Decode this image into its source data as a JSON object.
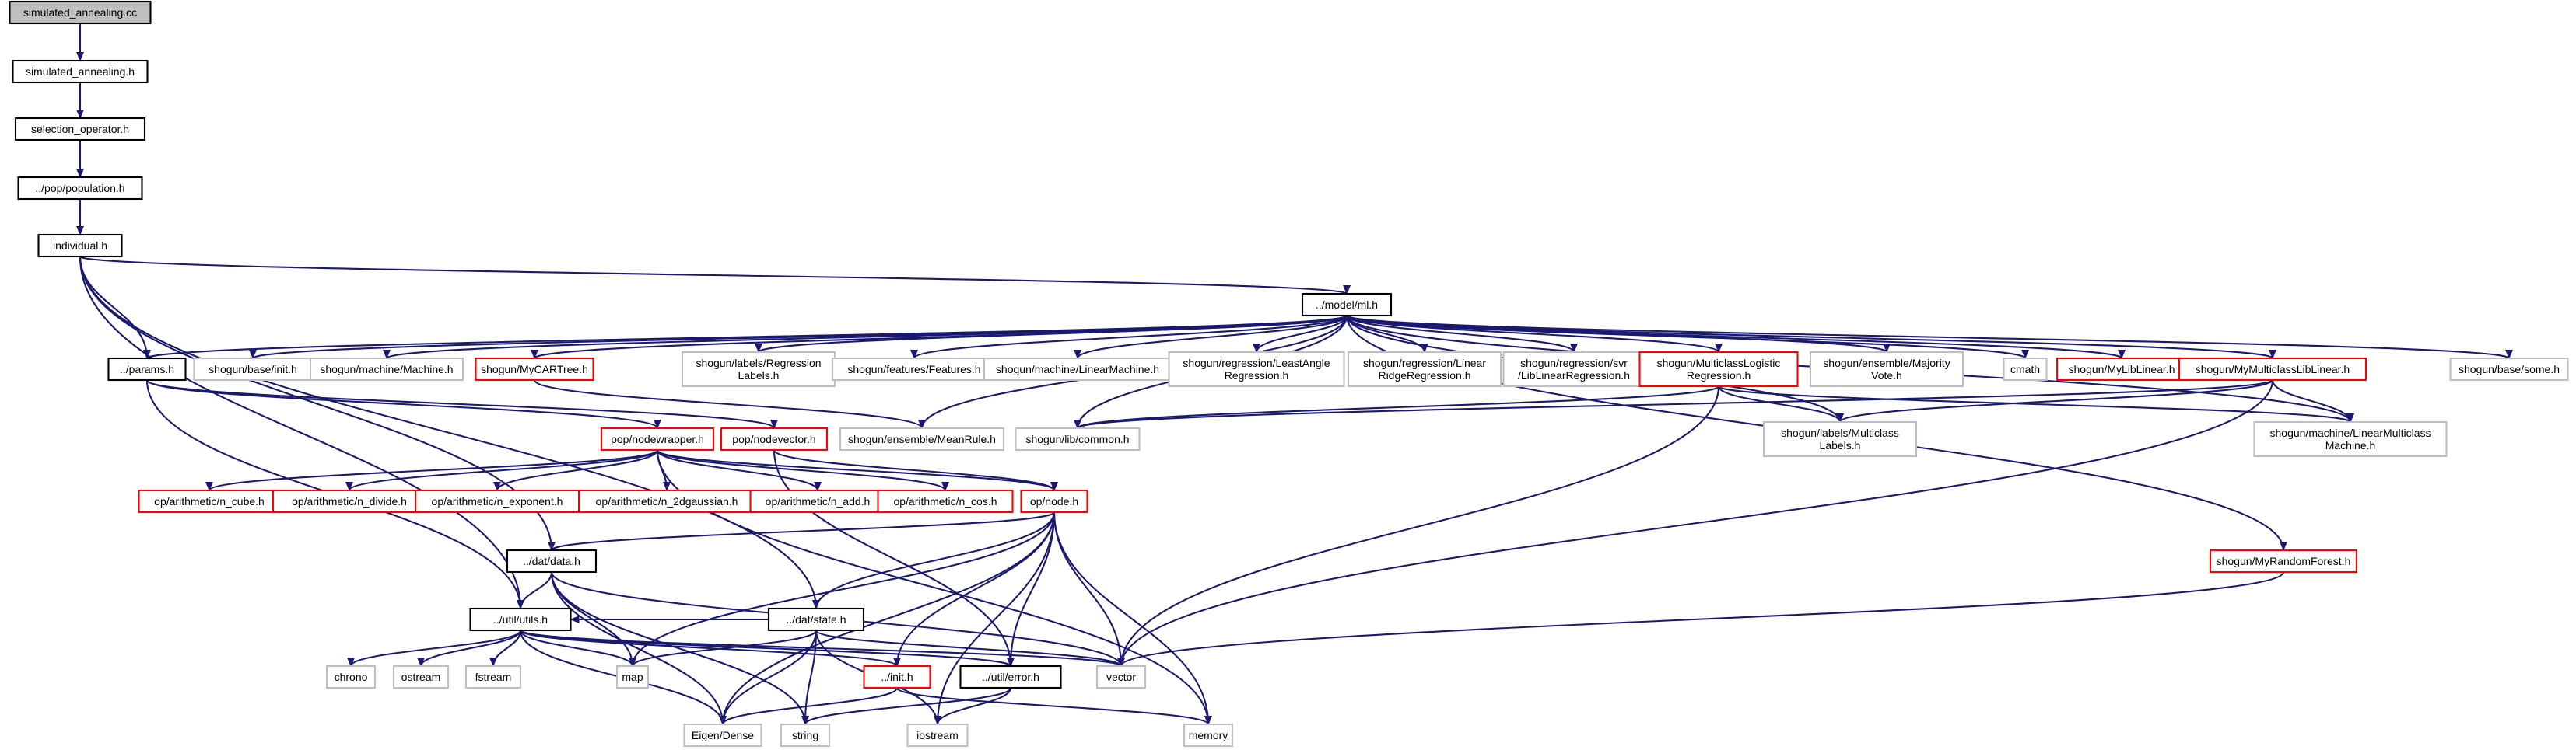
{
  "colors": {
    "edge": "#191970",
    "root_fill": "#bfbfbf",
    "root_border": "#000000",
    "documented_border": "#000000",
    "truncated_border": "#ff0000",
    "external_border": "#bfbfbf",
    "background": "#ffffff"
  },
  "nodes": [
    {
      "id": "simulated_annealing_cc",
      "lines": [
        "simulated_annealing.cc"
      ],
      "kind": "root"
    },
    {
      "id": "simulated_annealing_h",
      "lines": [
        "simulated_annealing.h"
      ],
      "kind": "documented"
    },
    {
      "id": "selection_operator_h",
      "lines": [
        "selection_operator.h"
      ],
      "kind": "documented"
    },
    {
      "id": "population_h",
      "lines": [
        "../pop/population.h"
      ],
      "kind": "documented"
    },
    {
      "id": "individual_h",
      "lines": [
        "individual.h"
      ],
      "kind": "documented"
    },
    {
      "id": "ml_h",
      "lines": [
        "../model/ml.h"
      ],
      "kind": "documented"
    },
    {
      "id": "params_h",
      "lines": [
        "../params.h"
      ],
      "kind": "documented"
    },
    {
      "id": "shogun_init",
      "lines": [
        "shogun/base/init.h"
      ],
      "kind": "external"
    },
    {
      "id": "shogun_machine",
      "lines": [
        "shogun/machine/Machine.h"
      ],
      "kind": "external"
    },
    {
      "id": "mycarttree",
      "lines": [
        "shogun/MyCARTree.h"
      ],
      "kind": "truncated"
    },
    {
      "id": "regression_labels",
      "lines": [
        "shogun/labels/Regression",
        "Labels.h"
      ],
      "kind": "external"
    },
    {
      "id": "features",
      "lines": [
        "shogun/features/Features.h"
      ],
      "kind": "external"
    },
    {
      "id": "linearmachine",
      "lines": [
        "shogun/machine/LinearMachine.h"
      ],
      "kind": "external"
    },
    {
      "id": "leastangle",
      "lines": [
        "shogun/regression/LeastAngle",
        "Regression.h"
      ],
      "kind": "external"
    },
    {
      "id": "linearridge",
      "lines": [
        "shogun/regression/Linear",
        "RidgeRegression.h"
      ],
      "kind": "external"
    },
    {
      "id": "liblinearregression",
      "lines": [
        "shogun/regression/svr",
        "/LibLinearRegression.h"
      ],
      "kind": "external"
    },
    {
      "id": "multiclasslogistic",
      "lines": [
        "shogun/MulticlassLogistic",
        "Regression.h"
      ],
      "kind": "truncated"
    },
    {
      "id": "majorityvote",
      "lines": [
        "shogun/ensemble/Majority",
        "Vote.h"
      ],
      "kind": "external"
    },
    {
      "id": "cmath",
      "lines": [
        "cmath"
      ],
      "kind": "external"
    },
    {
      "id": "myliblinear",
      "lines": [
        "shogun/MyLibLinear.h"
      ],
      "kind": "truncated"
    },
    {
      "id": "mymulticlassliblinear",
      "lines": [
        "shogun/MyMulticlassLibLinear.h"
      ],
      "kind": "truncated"
    },
    {
      "id": "shogun_some",
      "lines": [
        "shogun/base/some.h"
      ],
      "kind": "external"
    },
    {
      "id": "meanrule",
      "lines": [
        "shogun/ensemble/MeanRule.h"
      ],
      "kind": "external"
    },
    {
      "id": "common_h",
      "lines": [
        "shogun/lib/common.h"
      ],
      "kind": "external"
    },
    {
      "id": "multiclass_labels",
      "lines": [
        "shogun/labels/Multiclass",
        "Labels.h"
      ],
      "kind": "external"
    },
    {
      "id": "linearmulticlassmachine",
      "lines": [
        "shogun/machine/LinearMulticlass",
        "Machine.h"
      ],
      "kind": "external"
    },
    {
      "id": "nodewrapper",
      "lines": [
        "pop/nodewrapper.h"
      ],
      "kind": "truncated"
    },
    {
      "id": "nodevector",
      "lines": [
        "pop/nodevector.h"
      ],
      "kind": "truncated"
    },
    {
      "id": "n_cube",
      "lines": [
        "op/arithmetic/n_cube.h"
      ],
      "kind": "truncated"
    },
    {
      "id": "n_divide",
      "lines": [
        "op/arithmetic/n_divide.h"
      ],
      "kind": "truncated"
    },
    {
      "id": "n_exponent",
      "lines": [
        "op/arithmetic/n_exponent.h"
      ],
      "kind": "truncated"
    },
    {
      "id": "n_2dgaussian",
      "lines": [
        "op/arithmetic/n_2dgaussian.h"
      ],
      "kind": "truncated"
    },
    {
      "id": "n_add",
      "lines": [
        "op/arithmetic/n_add.h"
      ],
      "kind": "truncated"
    },
    {
      "id": "n_cos",
      "lines": [
        "op/arithmetic/n_cos.h"
      ],
      "kind": "truncated"
    },
    {
      "id": "node_h",
      "lines": [
        "op/node.h"
      ],
      "kind": "truncated"
    },
    {
      "id": "data_h",
      "lines": [
        "../dat/data.h"
      ],
      "kind": "documented"
    },
    {
      "id": "state_h",
      "lines": [
        "../dat/state.h"
      ],
      "kind": "documented"
    },
    {
      "id": "utils_h",
      "lines": [
        "../util/utils.h"
      ],
      "kind": "documented"
    },
    {
      "id": "chrono",
      "lines": [
        "chrono"
      ],
      "kind": "external"
    },
    {
      "id": "ostream",
      "lines": [
        "ostream"
      ],
      "kind": "external"
    },
    {
      "id": "fstream",
      "lines": [
        "fstream"
      ],
      "kind": "external"
    },
    {
      "id": "map",
      "lines": [
        "map"
      ],
      "kind": "external"
    },
    {
      "id": "init_h",
      "lines": [
        "../init.h"
      ],
      "kind": "truncated"
    },
    {
      "id": "error_h",
      "lines": [
        "../util/error.h"
      ],
      "kind": "documented"
    },
    {
      "id": "vector",
      "lines": [
        "vector"
      ],
      "kind": "external"
    },
    {
      "id": "eigen_dense",
      "lines": [
        "Eigen/Dense"
      ],
      "kind": "external"
    },
    {
      "id": "string",
      "lines": [
        "string"
      ],
      "kind": "external"
    },
    {
      "id": "iostream",
      "lines": [
        "iostream"
      ],
      "kind": "external"
    },
    {
      "id": "memory",
      "lines": [
        "memory"
      ],
      "kind": "external"
    },
    {
      "id": "myrandomforest",
      "lines": [
        "shogun/MyRandomForest.h"
      ],
      "kind": "truncated"
    }
  ],
  "edges": [
    [
      "simulated_annealing_cc",
      "simulated_annealing_h"
    ],
    [
      "simulated_annealing_h",
      "selection_operator_h"
    ],
    [
      "selection_operator_h",
      "population_h"
    ],
    [
      "population_h",
      "individual_h"
    ],
    [
      "individual_h",
      "ml_h"
    ],
    [
      "individual_h",
      "params_h"
    ],
    [
      "individual_h",
      "utils_h"
    ],
    [
      "individual_h",
      "data_h"
    ],
    [
      "individual_h",
      "state_h"
    ],
    [
      "ml_h",
      "params_h"
    ],
    [
      "ml_h",
      "shogun_init"
    ],
    [
      "ml_h",
      "shogun_machine"
    ],
    [
      "ml_h",
      "mycarttree"
    ],
    [
      "ml_h",
      "regression_labels"
    ],
    [
      "ml_h",
      "features"
    ],
    [
      "ml_h",
      "linearmachine"
    ],
    [
      "ml_h",
      "leastangle"
    ],
    [
      "ml_h",
      "linearridge"
    ],
    [
      "ml_h",
      "liblinearregression"
    ],
    [
      "ml_h",
      "multiclasslogistic"
    ],
    [
      "ml_h",
      "majorityvote"
    ],
    [
      "ml_h",
      "cmath"
    ],
    [
      "ml_h",
      "myliblinear"
    ],
    [
      "ml_h",
      "mymulticlassliblinear"
    ],
    [
      "ml_h",
      "shogun_some"
    ],
    [
      "ml_h",
      "meanrule"
    ],
    [
      "ml_h",
      "common_h"
    ],
    [
      "ml_h",
      "multiclass_labels"
    ],
    [
      "ml_h",
      "linearmulticlassmachine"
    ],
    [
      "ml_h",
      "myrandomforest"
    ],
    [
      "params_h",
      "nodewrapper"
    ],
    [
      "params_h",
      "nodevector"
    ],
    [
      "params_h",
      "utils_h"
    ],
    [
      "mycarttree",
      "meanrule"
    ],
    [
      "multiclasslogistic",
      "multiclass_labels"
    ],
    [
      "multiclasslogistic",
      "linearmulticlassmachine"
    ],
    [
      "multiclasslogistic",
      "common_h"
    ],
    [
      "multiclasslogistic",
      "vector"
    ],
    [
      "mymulticlassliblinear",
      "multiclass_labels"
    ],
    [
      "mymulticlassliblinear",
      "linearmulticlassmachine"
    ],
    [
      "mymulticlassliblinear",
      "common_h"
    ],
    [
      "mymulticlassliblinear",
      "vector"
    ],
    [
      "nodewrapper",
      "n_cube"
    ],
    [
      "nodewrapper",
      "n_divide"
    ],
    [
      "nodewrapper",
      "n_exponent"
    ],
    [
      "nodewrapper",
      "n_2dgaussian"
    ],
    [
      "nodewrapper",
      "n_add"
    ],
    [
      "nodewrapper",
      "n_cos"
    ],
    [
      "nodewrapper",
      "node_h"
    ],
    [
      "nodewrapper",
      "memory"
    ],
    [
      "nodevector",
      "node_h"
    ],
    [
      "nodevector",
      "error_h"
    ],
    [
      "node_h",
      "data_h"
    ],
    [
      "node_h",
      "state_h"
    ],
    [
      "node_h",
      "map"
    ],
    [
      "node_h",
      "vector"
    ],
    [
      "node_h",
      "memory"
    ],
    [
      "node_h",
      "init_h"
    ],
    [
      "node_h",
      "error_h"
    ],
    [
      "node_h",
      "eigen_dense"
    ],
    [
      "node_h",
      "iostream"
    ],
    [
      "data_h",
      "utils_h"
    ],
    [
      "data_h",
      "vector"
    ],
    [
      "data_h",
      "map"
    ],
    [
      "data_h",
      "eigen_dense"
    ],
    [
      "data_h",
      "string"
    ],
    [
      "state_h",
      "utils_h"
    ],
    [
      "state_h",
      "map"
    ],
    [
      "state_h",
      "eigen_dense"
    ],
    [
      "state_h",
      "string"
    ],
    [
      "state_h",
      "iostream"
    ],
    [
      "state_h",
      "vector"
    ],
    [
      "utils_h",
      "chrono"
    ],
    [
      "utils_h",
      "ostream"
    ],
    [
      "utils_h",
      "fstream"
    ],
    [
      "utils_h",
      "map"
    ],
    [
      "utils_h",
      "eigen_dense"
    ],
    [
      "utils_h",
      "vector"
    ],
    [
      "utils_h",
      "init_h"
    ],
    [
      "utils_h",
      "error_h"
    ],
    [
      "init_h",
      "eigen_dense"
    ],
    [
      "init_h",
      "memory"
    ],
    [
      "error_h",
      "iostream"
    ],
    [
      "error_h",
      "string"
    ],
    [
      "myrandomforest",
      "vector"
    ]
  ]
}
